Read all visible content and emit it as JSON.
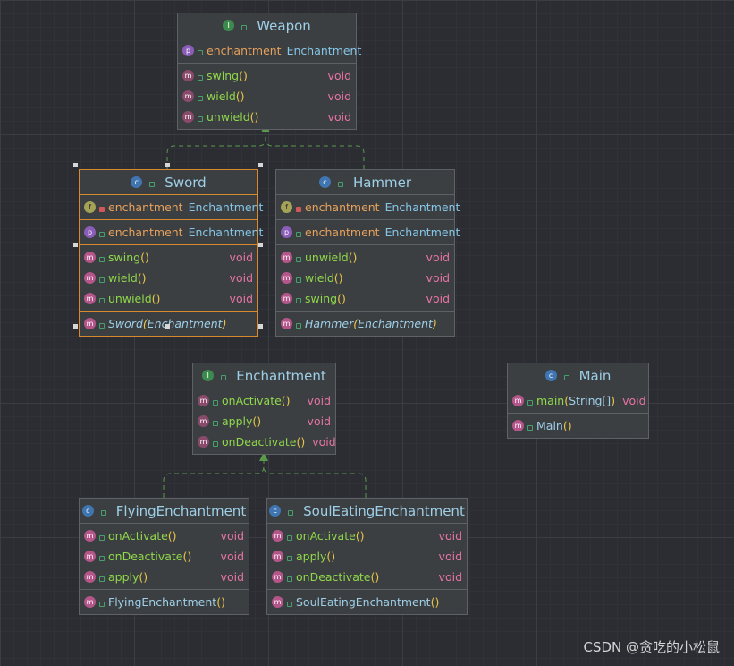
{
  "weapon": {
    "name": "Weapon",
    "kind": "I",
    "fields": [
      {
        "kind": "p",
        "name": "enchantment",
        "type": "Enchantment"
      }
    ],
    "methods": [
      {
        "kind": "m",
        "name": "swing",
        "ret": "void"
      },
      {
        "kind": "m",
        "name": "wield",
        "ret": "void"
      },
      {
        "kind": "m",
        "name": "unwield",
        "ret": "void"
      }
    ]
  },
  "sword": {
    "name": "Sword",
    "kind": "c",
    "fields": [
      {
        "kind": "f",
        "name": "enchantment",
        "type": "Enchantment"
      },
      {
        "kind": "p",
        "name": "enchantment",
        "type": "Enchantment"
      }
    ],
    "methods": [
      {
        "kind": "m",
        "name": "swing",
        "ret": "void"
      },
      {
        "kind": "m",
        "name": "wield",
        "ret": "void"
      },
      {
        "kind": "m",
        "name": "unwield",
        "ret": "void"
      }
    ],
    "ctor": {
      "name": "Sword",
      "param": "Enchantment"
    }
  },
  "hammer": {
    "name": "Hammer",
    "kind": "c",
    "fields": [
      {
        "kind": "f",
        "name": "enchantment",
        "type": "Enchantment"
      },
      {
        "kind": "p",
        "name": "enchantment",
        "type": "Enchantment"
      }
    ],
    "methods": [
      {
        "kind": "m",
        "name": "unwield",
        "ret": "void"
      },
      {
        "kind": "m",
        "name": "wield",
        "ret": "void"
      },
      {
        "kind": "m",
        "name": "swing",
        "ret": "void"
      }
    ],
    "ctor": {
      "name": "Hammer",
      "param": "Enchantment"
    }
  },
  "enchantment": {
    "name": "Enchantment",
    "kind": "I",
    "methods": [
      {
        "kind": "m",
        "name": "onActivate",
        "ret": "void"
      },
      {
        "kind": "m",
        "name": "apply",
        "ret": "void"
      },
      {
        "kind": "m",
        "name": "onDeactivate",
        "ret": "void"
      }
    ]
  },
  "main": {
    "name": "Main",
    "kind": "c",
    "methods": [
      {
        "kind": "m",
        "name": "main",
        "param": "String[]",
        "ret": "void"
      }
    ],
    "ctor": {
      "name": "Main"
    }
  },
  "flying": {
    "name": "FlyingEnchantment",
    "kind": "c",
    "methods": [
      {
        "kind": "m",
        "name": "onActivate",
        "ret": "void"
      },
      {
        "kind": "m",
        "name": "onDeactivate",
        "ret": "void"
      },
      {
        "kind": "m",
        "name": "apply",
        "ret": "void"
      }
    ],
    "ctor": {
      "name": "FlyingEnchantment"
    }
  },
  "soul": {
    "name": "SoulEatingEnchantment",
    "kind": "c",
    "methods": [
      {
        "kind": "m",
        "name": "onActivate",
        "ret": "void"
      },
      {
        "kind": "m",
        "name": "apply",
        "ret": "void"
      },
      {
        "kind": "m",
        "name": "onDeactivate",
        "ret": "void"
      }
    ],
    "ctor": {
      "name": "SoulEatingEnchantment"
    }
  },
  "colors": {
    "accent": "#d68a2d",
    "edge": "#5a9a4a",
    "background": "#2b2d33"
  },
  "watermark": "CSDN @贪吃的小松鼠"
}
